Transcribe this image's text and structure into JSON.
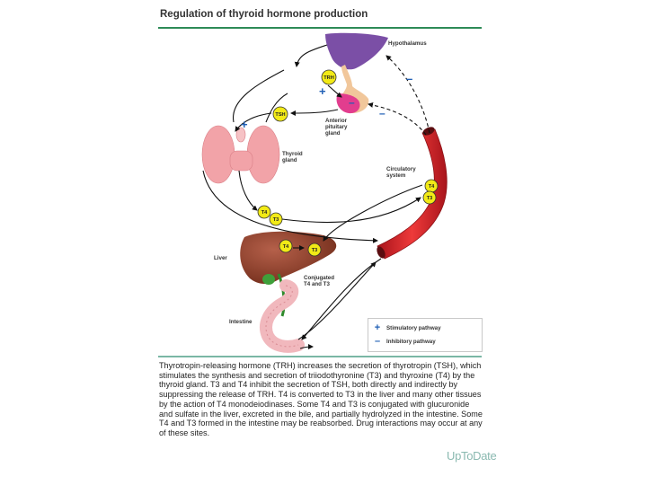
{
  "figure": {
    "title": "Regulation of thyroid hormone production",
    "labels": {
      "hypothalamus": "Hypothalamus",
      "anterior_pituitary": [
        "Anterior",
        "pituitary",
        "gland"
      ],
      "thyroid": [
        "Thyroid",
        "gland"
      ],
      "circulatory": [
        "Circulatory",
        "system"
      ],
      "liver": "Liver",
      "conjugated": [
        "Conjugated",
        "T4 and T3"
      ],
      "intestine": "Intestine"
    },
    "badges": {
      "trh": "TRH",
      "tsh": "TSH",
      "t4": "T4",
      "t3": "T3"
    },
    "signs": {
      "plus": "+",
      "minus": "–"
    },
    "legend": {
      "stimulatory": "Stimulatory pathway",
      "inhibitory": "Inhibitory pathway"
    },
    "colors": {
      "title_rule": "#2e8b57",
      "hypothalamus": "#7b4fa6",
      "pituitary": "#e23d8e",
      "thyroid": "#f2a3a8",
      "vessel": "#d41f26",
      "liver": "#8b3a22",
      "gallbladder": "#3f9f3a",
      "intestine": "#f1b8bd",
      "badge": "#f2ea16",
      "plus": "#1f5fb5",
      "minus": "#1f5fb5"
    }
  },
  "caption": "Thyrotropin-releasing hormone (TRH) increases the secretion of thyrotropin (TSH), which stimulates the synthesis and secretion of triiodothyronine (T3) and thyroxine (T4) by the thyroid gland. T3 and T4 inhibit the secretion of TSH, both directly and indirectly by suppressing the release of TRH. T4 is converted to T3 in the liver and many other tissues by the action of T4 monodeiodinases. Some T4 and T3 is conjugated with glucuronide and sulfate in the liver, excreted in the bile, and partially hydrolyzed in the intestine. Some T4 and T3 formed in the intestine may be reabsorbed. Drug interactions may occur at any of these sites.",
  "brand": "UpToDate"
}
